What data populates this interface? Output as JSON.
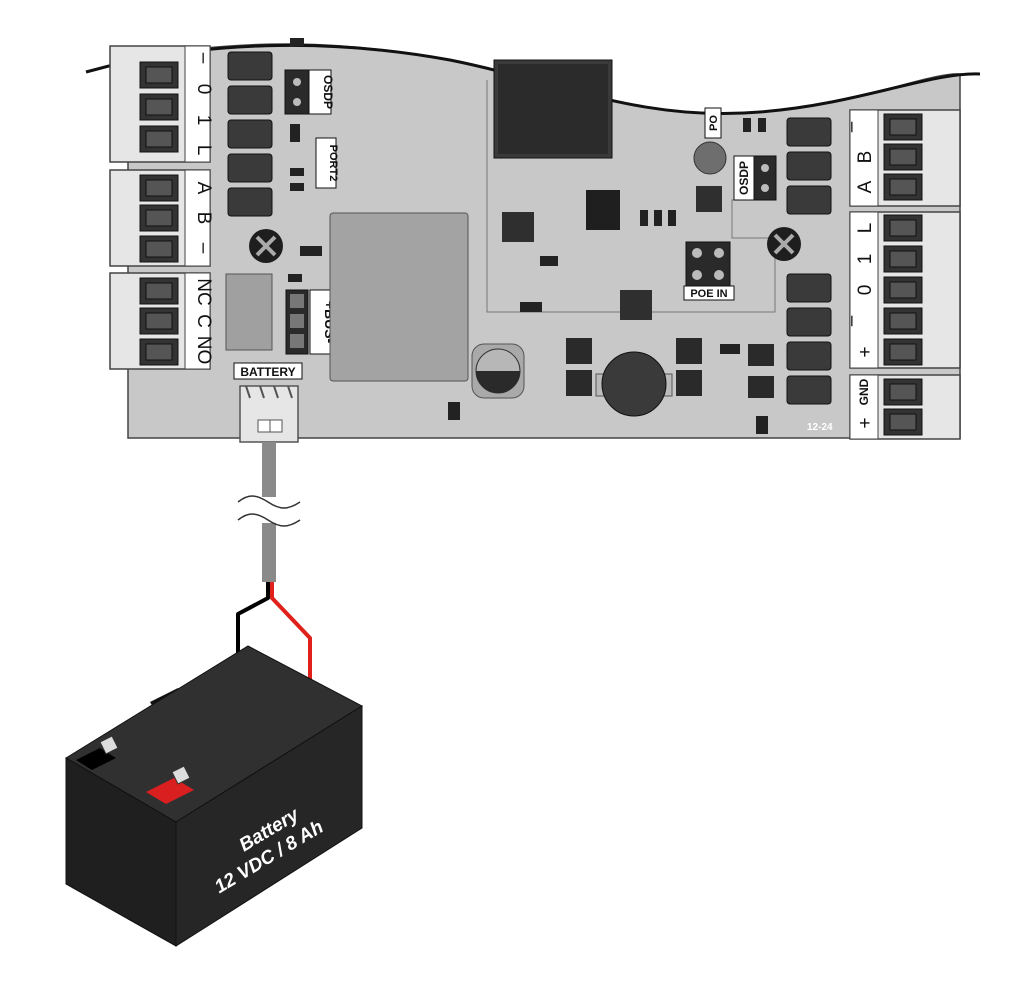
{
  "board": {
    "osdp_left": "OSDP",
    "port2": "PORT2",
    "bus": "+BUS-",
    "battery_connector": "BATTERY",
    "po": "PO",
    "osdp_right": "OSDP",
    "poe_in": "POE IN",
    "revision": "12-24",
    "gnd": "GND"
  },
  "terminals_left": {
    "block1": [
      "–",
      "0",
      "1",
      "L"
    ],
    "block2": [
      "A",
      "B",
      "–"
    ],
    "block3": [
      "NC",
      "C",
      "NO"
    ]
  },
  "terminals_right": {
    "block1": [
      "–",
      "B",
      "A"
    ],
    "block2": [
      "L",
      "1",
      "0",
      "–",
      "+"
    ],
    "block3": [
      "GND",
      "+"
    ]
  },
  "battery": {
    "line1": "Battery",
    "line2": "12 VDC / 8 Ah"
  },
  "colors": {
    "pcb": "#c8c8c8",
    "terminal": "#e6e6e6",
    "chip": "#2a2a2a",
    "battery_body": "#262626",
    "wire_black": "#000000",
    "wire_red": "#e0201b",
    "fuse": "#f3a5a5"
  }
}
